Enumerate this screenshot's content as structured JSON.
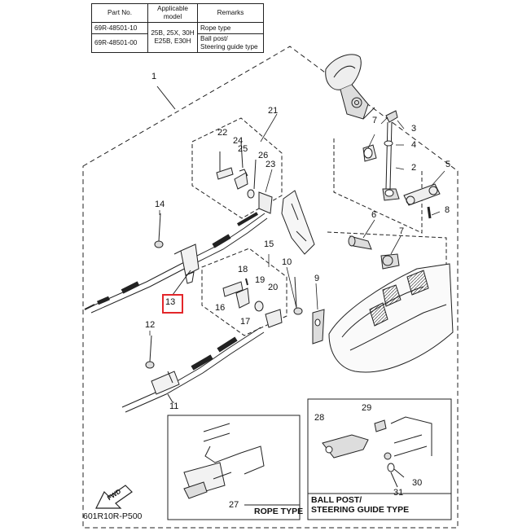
{
  "table": {
    "headers": [
      "Part No.",
      "Applicable model",
      "Remarks"
    ],
    "rows": [
      {
        "part_no": "69R-48501-10",
        "remark": "Rope type"
      },
      {
        "part_no": "69R-48501-00",
        "remark": "Ball post/ Steering guide type"
      }
    ],
    "applicable_model_line1": "25B, 25X, 30H",
    "applicable_model_line2": "E25B, E30H",
    "remark_line2a": "Ball post/",
    "remark_line2b": "Steering guide type"
  },
  "callouts": {
    "c1": "1",
    "c2": "2",
    "c3": "3",
    "c4": "4",
    "c5": "5",
    "c6": "6",
    "c7a": "7",
    "c7b": "7",
    "c8": "8",
    "c9": "9",
    "c10": "10",
    "c11": "11",
    "c12": "12",
    "c13": "13",
    "c14": "14",
    "c15": "15",
    "c16": "16",
    "c17": "17",
    "c18": "18",
    "c19": "19",
    "c20": "20",
    "c21": "21",
    "c22": "22",
    "c23": "23",
    "c24": "24",
    "c25": "25",
    "c26": "26",
    "c27": "27",
    "c28": "28",
    "c29": "29",
    "c30": "30",
    "c31": "31"
  },
  "insets": {
    "rope_type": "ROPE TYPE",
    "ball_post_line1": "BALL POST/",
    "ball_post_line2": "STEERING GUIDE TYPE"
  },
  "fwd_label": "FWD",
  "drawing_code": "601R10R-P500",
  "selected_callout": "13",
  "colors": {
    "highlight": "#e3262a",
    "line": "#222222"
  }
}
